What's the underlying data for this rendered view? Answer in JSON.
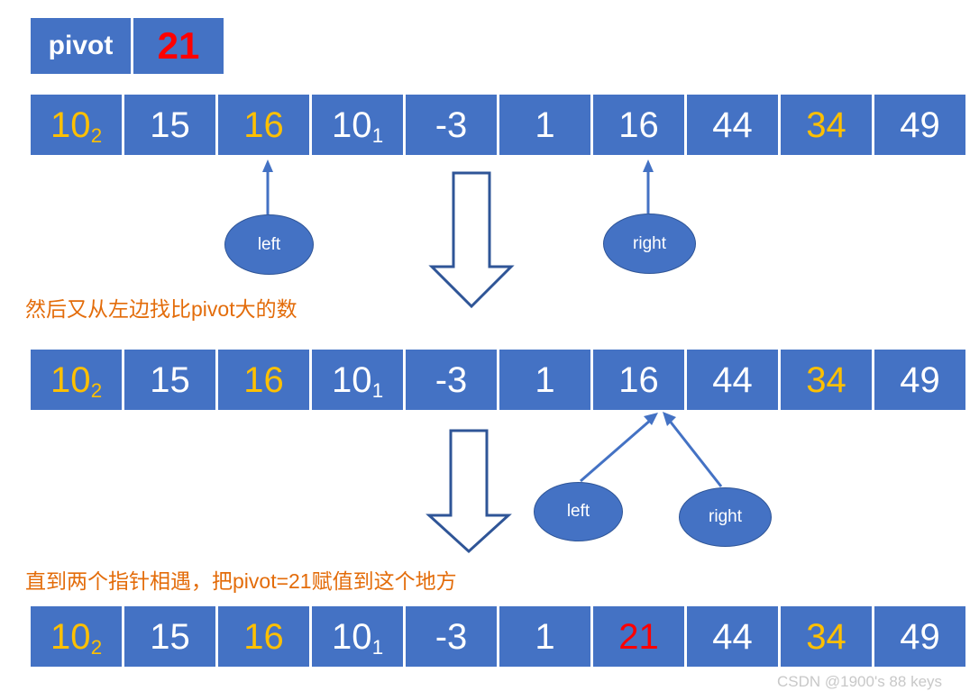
{
  "pivot": {
    "label": "pivot",
    "value": "21",
    "value_color": "#FF0000",
    "box_color": "#4472C4"
  },
  "colors": {
    "cell_blue": "#4472C4",
    "highlight_orange": "#FFC000",
    "highlight_red": "#FF0000",
    "annotation_orange": "#E36C0A",
    "arrow_blue": "#4472C4",
    "hollow_arrow_outline": "#2F5597",
    "watermark_gray": "#C8C8C8"
  },
  "rows": [
    {
      "id": "array-row-1",
      "cells": [
        {
          "text": "10",
          "sub": "2",
          "color": "orange"
        },
        {
          "text": "15",
          "sub": "",
          "color": "white"
        },
        {
          "text": "16",
          "sub": "",
          "color": "orange"
        },
        {
          "text": "10",
          "sub": "1",
          "color": "white"
        },
        {
          "text": "-3",
          "sub": "",
          "color": "white"
        },
        {
          "text": "1",
          "sub": "",
          "color": "white"
        },
        {
          "text": "16",
          "sub": "",
          "color": "white"
        },
        {
          "text": "44",
          "sub": "",
          "color": "white"
        },
        {
          "text": "34",
          "sub": "",
          "color": "orange"
        },
        {
          "text": "49",
          "sub": "",
          "color": "white"
        }
      ]
    },
    {
      "id": "array-row-2",
      "cells": [
        {
          "text": "10",
          "sub": "2",
          "color": "orange"
        },
        {
          "text": "15",
          "sub": "",
          "color": "white"
        },
        {
          "text": "16",
          "sub": "",
          "color": "orange"
        },
        {
          "text": "10",
          "sub": "1",
          "color": "white"
        },
        {
          "text": "-3",
          "sub": "",
          "color": "white"
        },
        {
          "text": "1",
          "sub": "",
          "color": "white"
        },
        {
          "text": "16",
          "sub": "",
          "color": "white"
        },
        {
          "text": "44",
          "sub": "",
          "color": "white"
        },
        {
          "text": "34",
          "sub": "",
          "color": "orange"
        },
        {
          "text": "49",
          "sub": "",
          "color": "white"
        }
      ]
    },
    {
      "id": "array-row-3",
      "cells": [
        {
          "text": "10",
          "sub": "2",
          "color": "orange"
        },
        {
          "text": "15",
          "sub": "",
          "color": "white"
        },
        {
          "text": "16",
          "sub": "",
          "color": "orange"
        },
        {
          "text": "10",
          "sub": "1",
          "color": "white"
        },
        {
          "text": "-3",
          "sub": "",
          "color": "white"
        },
        {
          "text": "1",
          "sub": "",
          "color": "white"
        },
        {
          "text": "21",
          "sub": "",
          "color": "red"
        },
        {
          "text": "44",
          "sub": "",
          "color": "white"
        },
        {
          "text": "34",
          "sub": "",
          "color": "orange"
        },
        {
          "text": "49",
          "sub": "",
          "color": "white"
        }
      ]
    }
  ],
  "pointers": {
    "row1_left": "left",
    "row1_right": "right",
    "row2_left": "left",
    "row2_right": "right"
  },
  "annotations": {
    "step1": "然后又从左边找比pivot大的数",
    "step2": "直到两个指针相遇，把pivot=21赋值到这个地方"
  },
  "watermark": "CSDN @1900's 88 keys"
}
